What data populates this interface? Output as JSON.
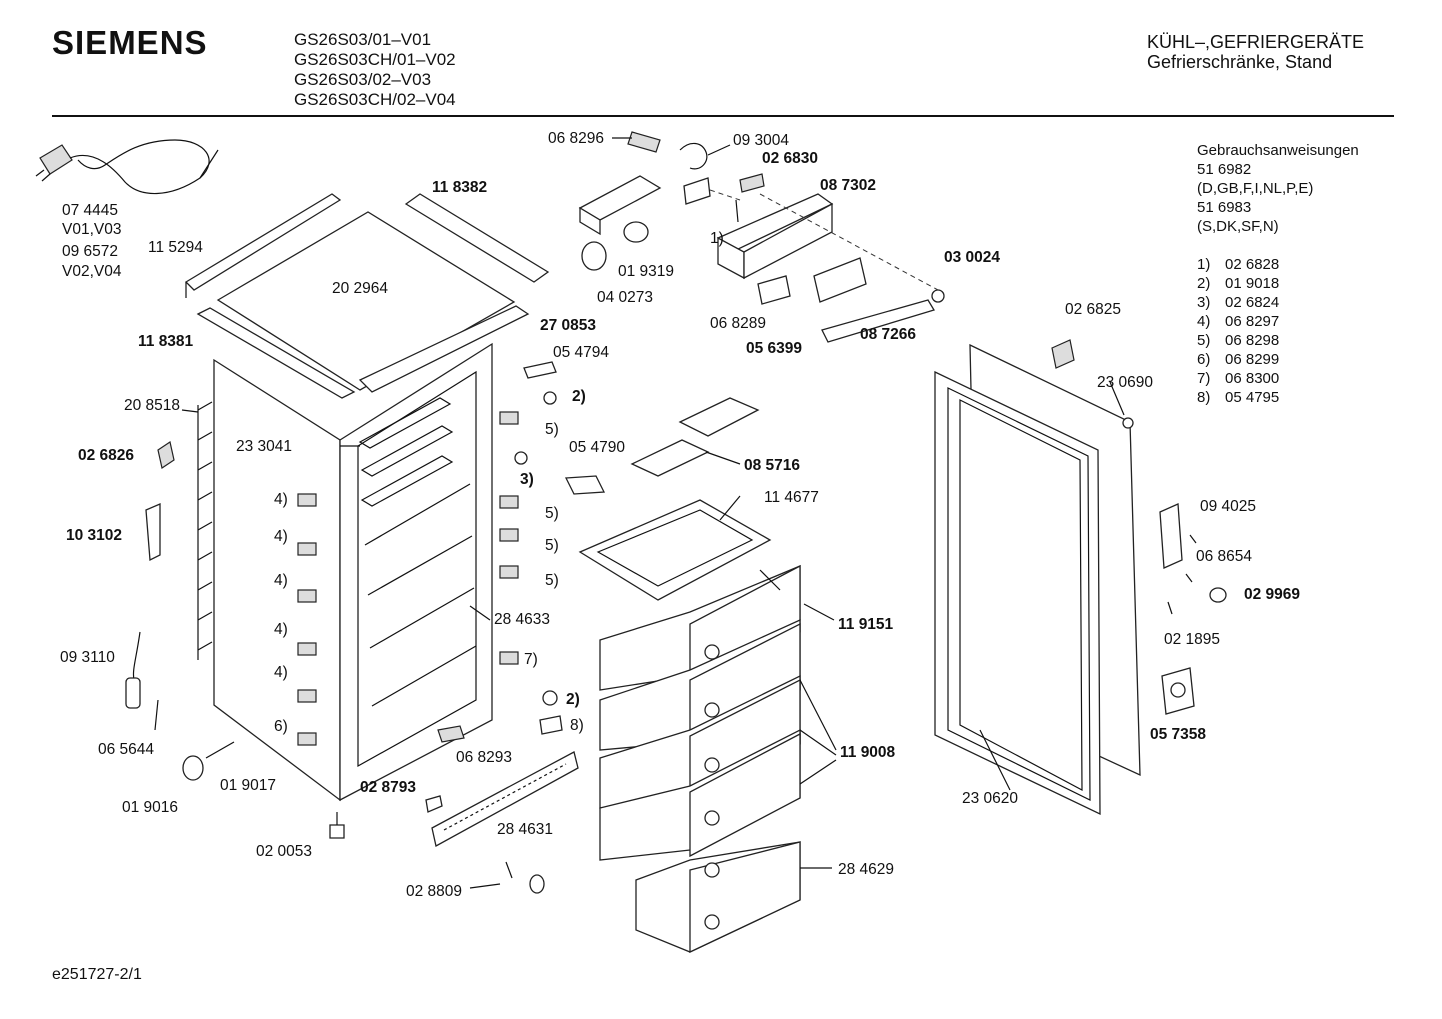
{
  "header": {
    "brand": "SIEMENS",
    "models": [
      "GS26S03/01–V01",
      "GS26S03CH/01–V02",
      "GS26S03/02–V03",
      "GS26S03CH/02–V04"
    ],
    "category_line1": "KÜHL–,GEFRIERGERÄTE",
    "category_line2": "Gefrierschränke, Stand"
  },
  "manuals": {
    "title": "Gebrauchsanweisungen",
    "lines": [
      "51 6982",
      "(D,GB,F,I,NL,P,E)",
      "51 6983",
      "(S,DK,SF,N)"
    ],
    "refs": [
      {
        "key": "1)",
        "value": "02 6828"
      },
      {
        "key": "2)",
        "value": "01 9018"
      },
      {
        "key": "3)",
        "value": "02 6824"
      },
      {
        "key": "4)",
        "value": "06 8297"
      },
      {
        "key": "5)",
        "value": "06 8298"
      },
      {
        "key": "6)",
        "value": "06 8299"
      },
      {
        "key": "7)",
        "value": "06 8300"
      },
      {
        "key": "8)",
        "value": "05 4795"
      }
    ]
  },
  "parts": {
    "p074445": "07 4445",
    "v01v03": "V01,V03",
    "p096572": "09 6572",
    "v02v04": "V02,V04",
    "p115294": "11 5294",
    "p118382": "11 8382",
    "p202964": "20 2964",
    "p270853": "27 0853",
    "p118381": "11 8381",
    "p208518": "20 8518",
    "p026826": "02 6826",
    "p233041": "23 3041",
    "p103102": "10 3102",
    "p093110": "09 3110",
    "p065644": "06 5644",
    "p019017": "01 9017",
    "p019016": "01 9016",
    "p020053": "02 0053",
    "p028793": "02 8793",
    "p284633": "28 4633",
    "p068293": "06 8293",
    "p284631": "28 4631",
    "p028809": "02  8809",
    "p068296": "06 8296",
    "p093004": "09 3004",
    "p026830": "02 6830",
    "p087302": "08 7302",
    "p019319": "01 9319",
    "p040273": "04 0273",
    "p068289": "06 8289",
    "p056399": "05 6399",
    "p087266": "08 7266",
    "p030024": "03 0024",
    "p054794": "05 4794",
    "p054790": "05 4790",
    "p085716": "08 5716",
    "p114677": "11 4677",
    "p119151": "11 9151",
    "p119008": "11 9008",
    "p284629": "28 4629",
    "p026825": "02 6825",
    "p230690": "23 0690",
    "p094025": "09 4025",
    "p068654": "06 8654",
    "p029969": "02 9969",
    "p021895": "02 1895",
    "p057358": "05 7358",
    "p230620": "23 0620",
    "m1": "1)",
    "m2": "2)",
    "m3": "3)",
    "m4": "4)",
    "m5": "5)",
    "m6": "6)",
    "m7": "7)",
    "m8": "8)"
  },
  "footer": {
    "code": "e251727-2/1"
  }
}
